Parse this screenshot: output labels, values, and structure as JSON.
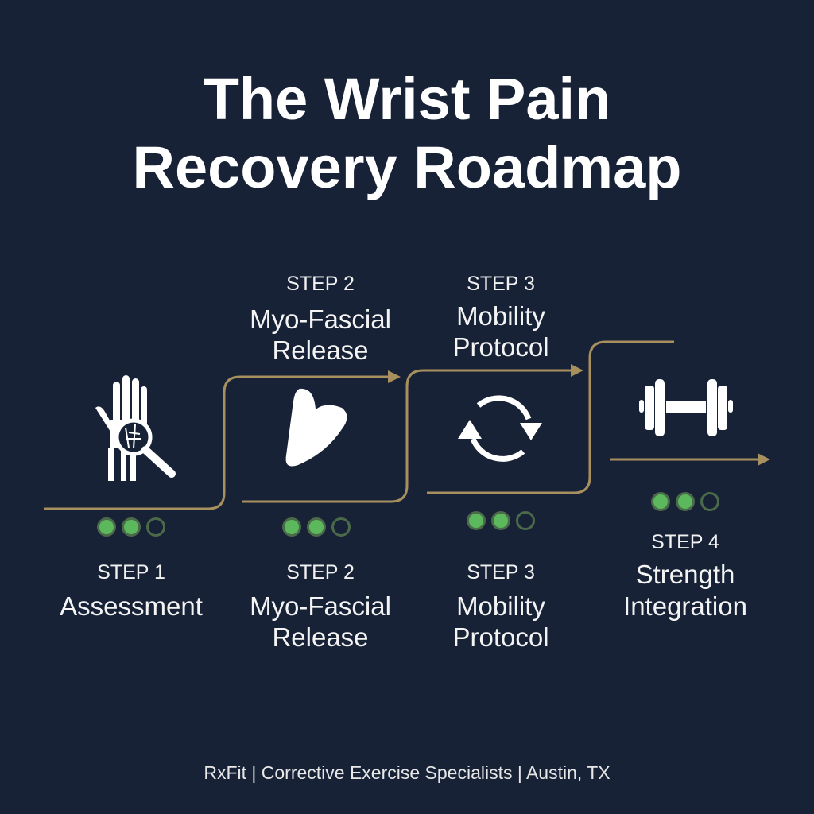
{
  "title": {
    "line1": "The Wrist Pain",
    "line2": "Recovery Roadmap"
  },
  "colors": {
    "background": "#172236",
    "path": "#a88f5e",
    "dot_filled": "#5cb85c",
    "dot_empty_ring": "#4a6a4a"
  },
  "top_labels": [
    {
      "step": "STEP 2",
      "line1": "Myo-Fascial",
      "line2": "Release"
    },
    {
      "step": "STEP 3",
      "line1": "Mobility",
      "line2": "Protocol"
    }
  ],
  "steps": [
    {
      "step": "STEP 1",
      "line1": "Assessment",
      "line2": "",
      "icon": "hand-magnifier-icon",
      "progress": {
        "filled": 2,
        "total": 3
      }
    },
    {
      "step": "STEP 2",
      "line1": "Myo-Fascial",
      "line2": "Release",
      "icon": "gua-sha-tool-icon",
      "progress": {
        "filled": 2,
        "total": 3
      }
    },
    {
      "step": "STEP 3",
      "line1": "Mobility",
      "line2": "Protocol",
      "icon": "cycle-arrows-icon",
      "progress": {
        "filled": 2,
        "total": 3
      }
    },
    {
      "step": "STEP 4",
      "line1": "Strength",
      "line2": "Integration",
      "icon": "dumbbell-icon",
      "progress": {
        "filled": 2,
        "total": 3
      }
    }
  ],
  "footer": "RxFit | Corrective Exercise Specialists | Austin, TX"
}
